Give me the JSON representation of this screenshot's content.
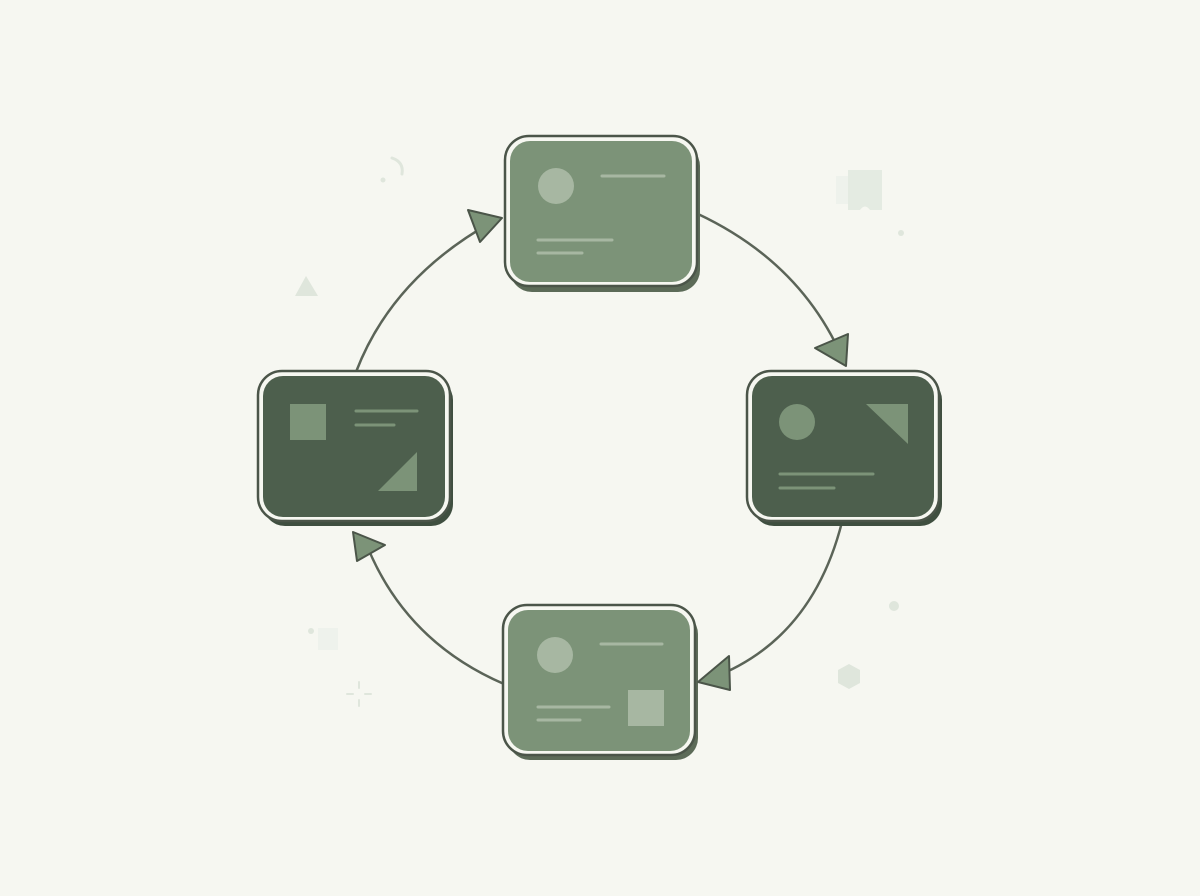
{
  "diagram": {
    "type": "cycle",
    "direction": "clockwise",
    "nodes": [
      {
        "id": "top",
        "tone": "light",
        "contents": [
          "circle",
          "line",
          "line",
          "line"
        ]
      },
      {
        "id": "right",
        "tone": "dark",
        "contents": [
          "circle",
          "triangle",
          "line",
          "line"
        ]
      },
      {
        "id": "bottom",
        "tone": "light",
        "contents": [
          "circle",
          "line",
          "line",
          "line",
          "square"
        ]
      },
      {
        "id": "left",
        "tone": "dark",
        "contents": [
          "square",
          "line",
          "line",
          "triangle"
        ]
      }
    ],
    "edges": [
      {
        "from": "top",
        "to": "right"
      },
      {
        "from": "right",
        "to": "bottom"
      },
      {
        "from": "bottom",
        "to": "left"
      },
      {
        "from": "left",
        "to": "top"
      }
    ]
  },
  "colors": {
    "background": "#f6f7f1",
    "card_light": "#7c9378",
    "card_dark": "#4d5f4d",
    "card_shadow": "#5c6b58",
    "outline": "#4b5549",
    "arrow_fill": "#7c9378",
    "connector": "#5b6458",
    "glyph_light": "#a7b7a2",
    "glyph_on_dark": "#7c9378",
    "decor": "#dfe6dc"
  }
}
